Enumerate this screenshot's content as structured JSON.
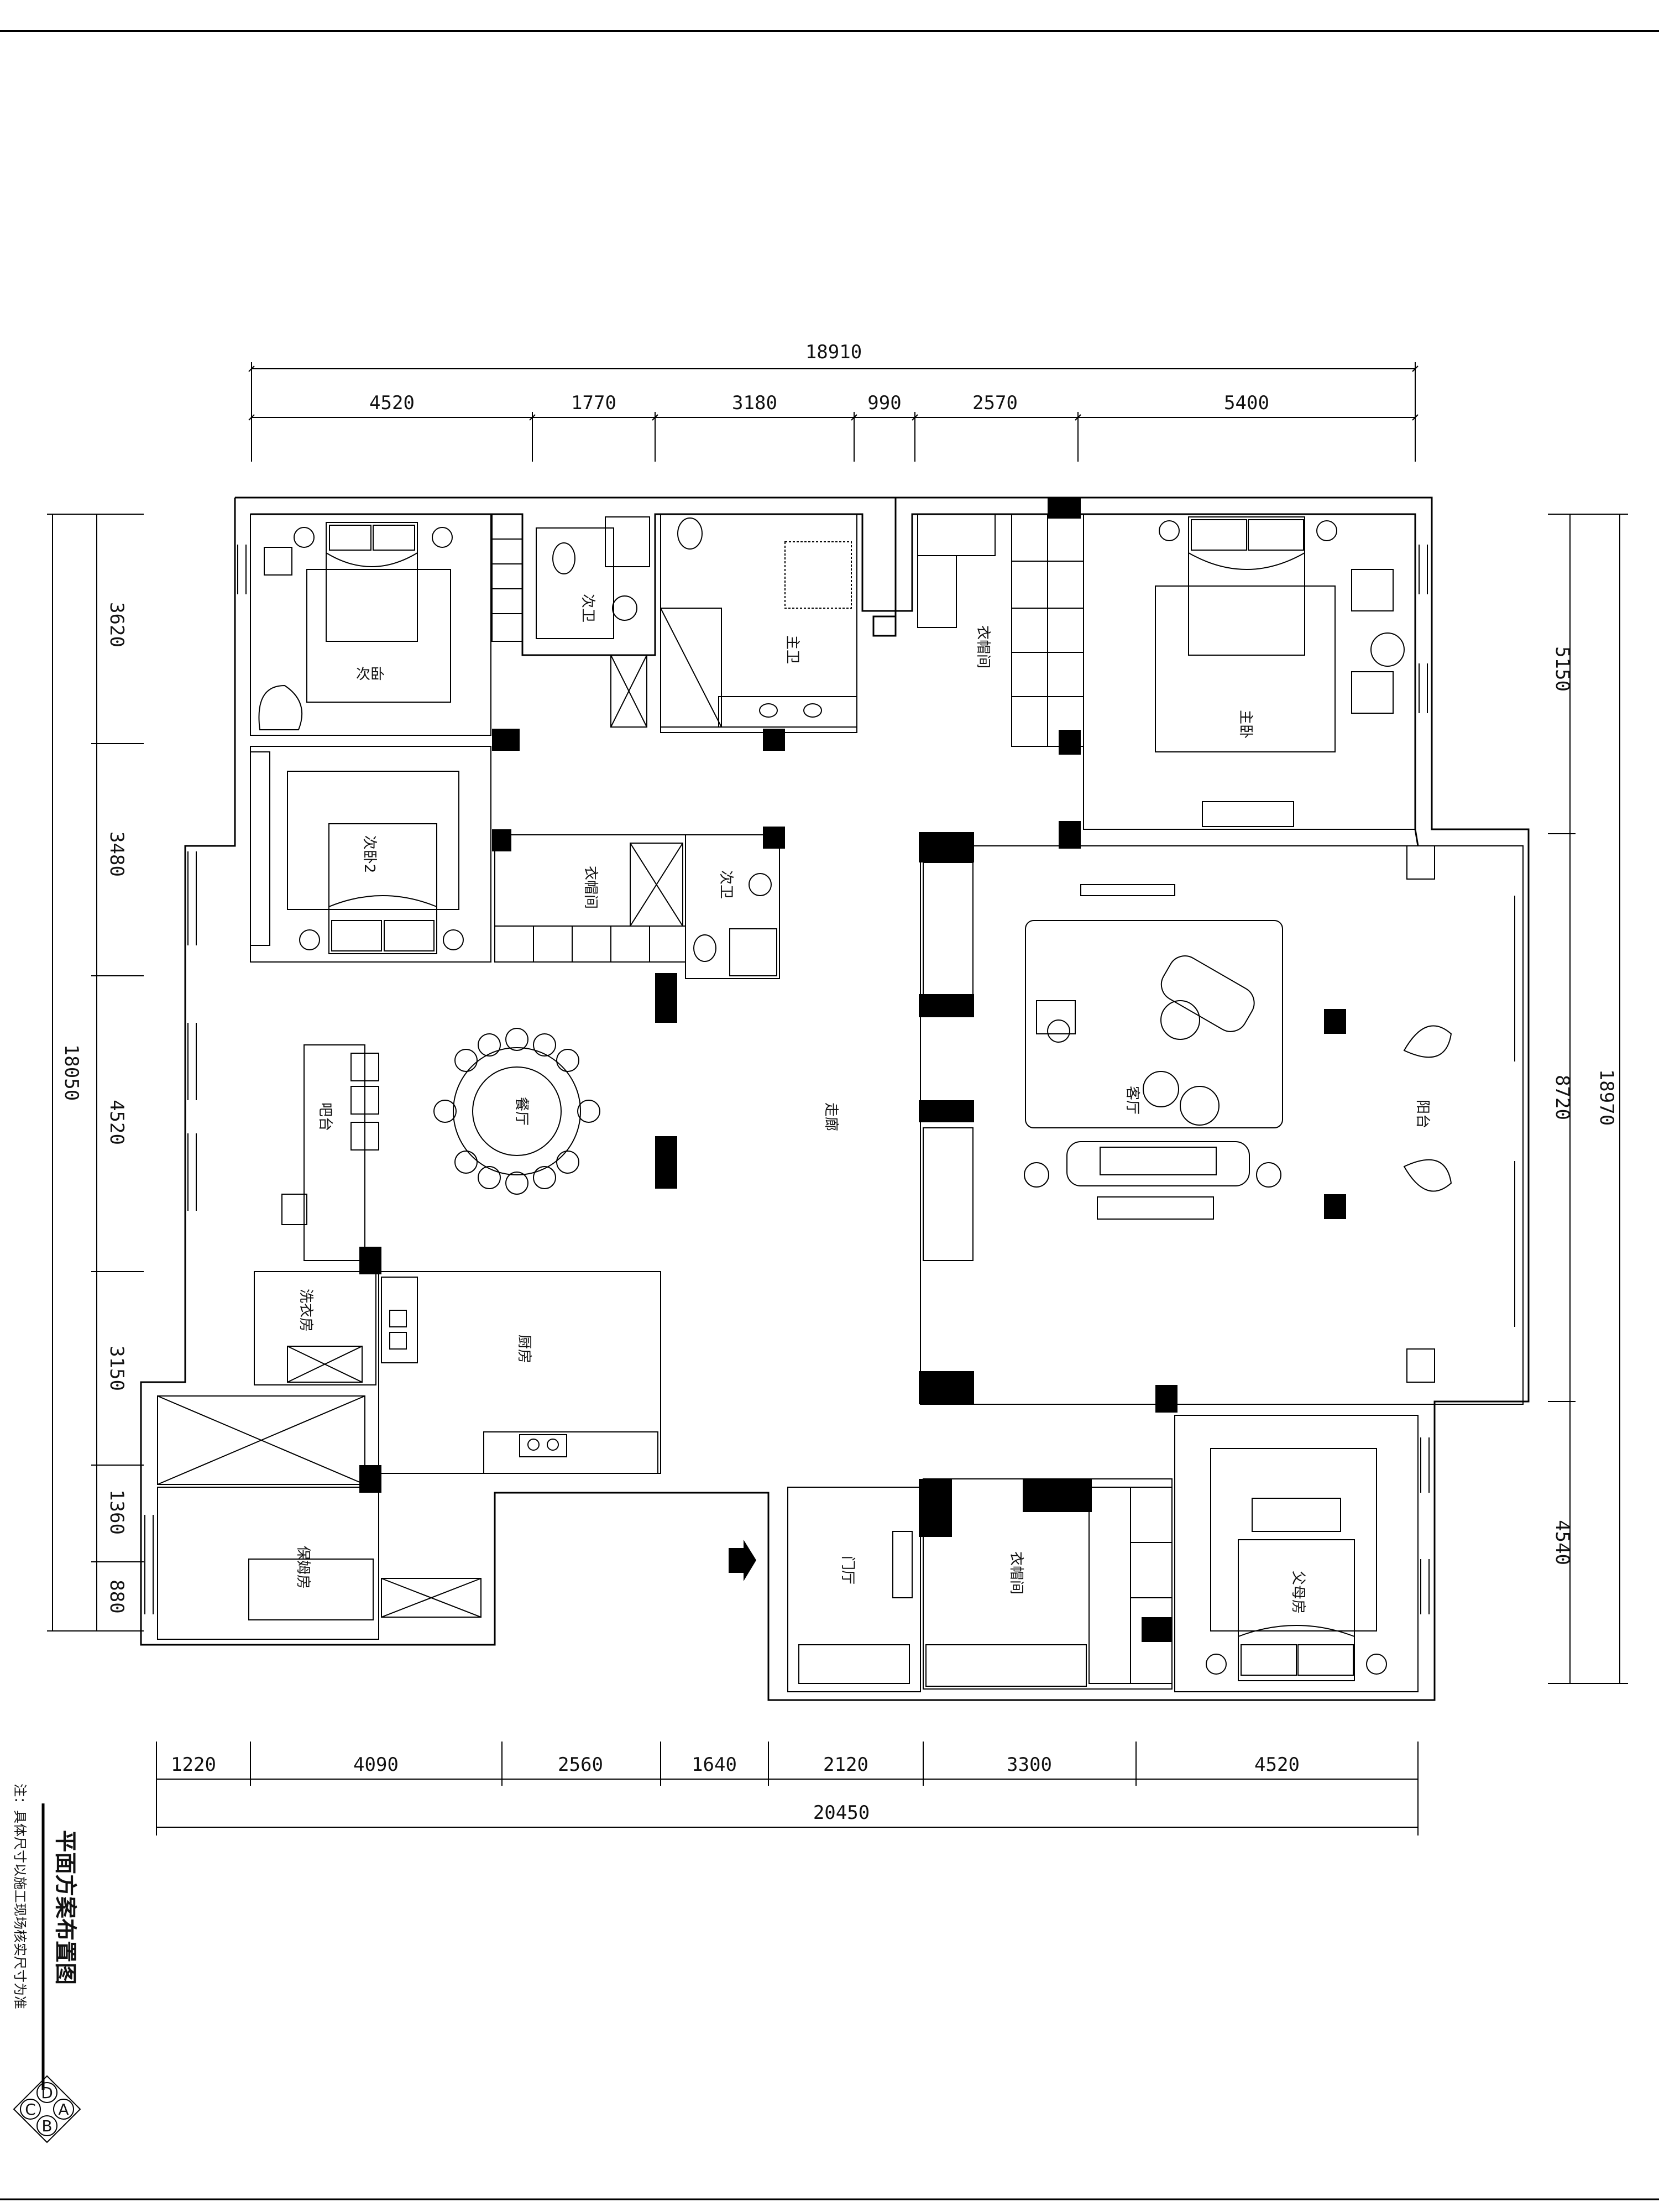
{
  "drawing": {
    "title": "平面方案布置图",
    "note": "注：具体尺寸以施工现场核实尺寸为准",
    "compass": [
      "A",
      "B",
      "C",
      "D"
    ]
  },
  "dimensions": {
    "top_total": "18910",
    "top_segments": [
      "4520",
      "1770",
      "3180",
      "990",
      "2570",
      "5400"
    ],
    "bottom_total": "20450",
    "bottom_segments": [
      "1220",
      "4090",
      "2560",
      "1640",
      "2120",
      "3300",
      "4520"
    ],
    "left_total": "18050",
    "left_segments": [
      "3620",
      "3480",
      "4520",
      "3150",
      "1360",
      "880"
    ],
    "right_total": "18970",
    "right_segments": [
      "5150",
      "8720",
      "4540"
    ]
  },
  "rooms": {
    "bedroom_1": "次卧",
    "bath_1": "次卫",
    "master_bath": "主卫",
    "closet_1": "衣帽间",
    "master_bedroom": "主卧",
    "bedroom_2": "次卧2",
    "closet_2": "衣帽间",
    "bath_2": "次卫",
    "bar": "吧台",
    "dining": "餐厅",
    "corridor": "走廊",
    "living": "客厅",
    "balcony": "阳台",
    "laundry": "洗衣房",
    "kitchen": "厨房",
    "nanny": "保姆房",
    "foyer": "门厅",
    "closet_3": "衣帽间",
    "parents": "父母房"
  }
}
